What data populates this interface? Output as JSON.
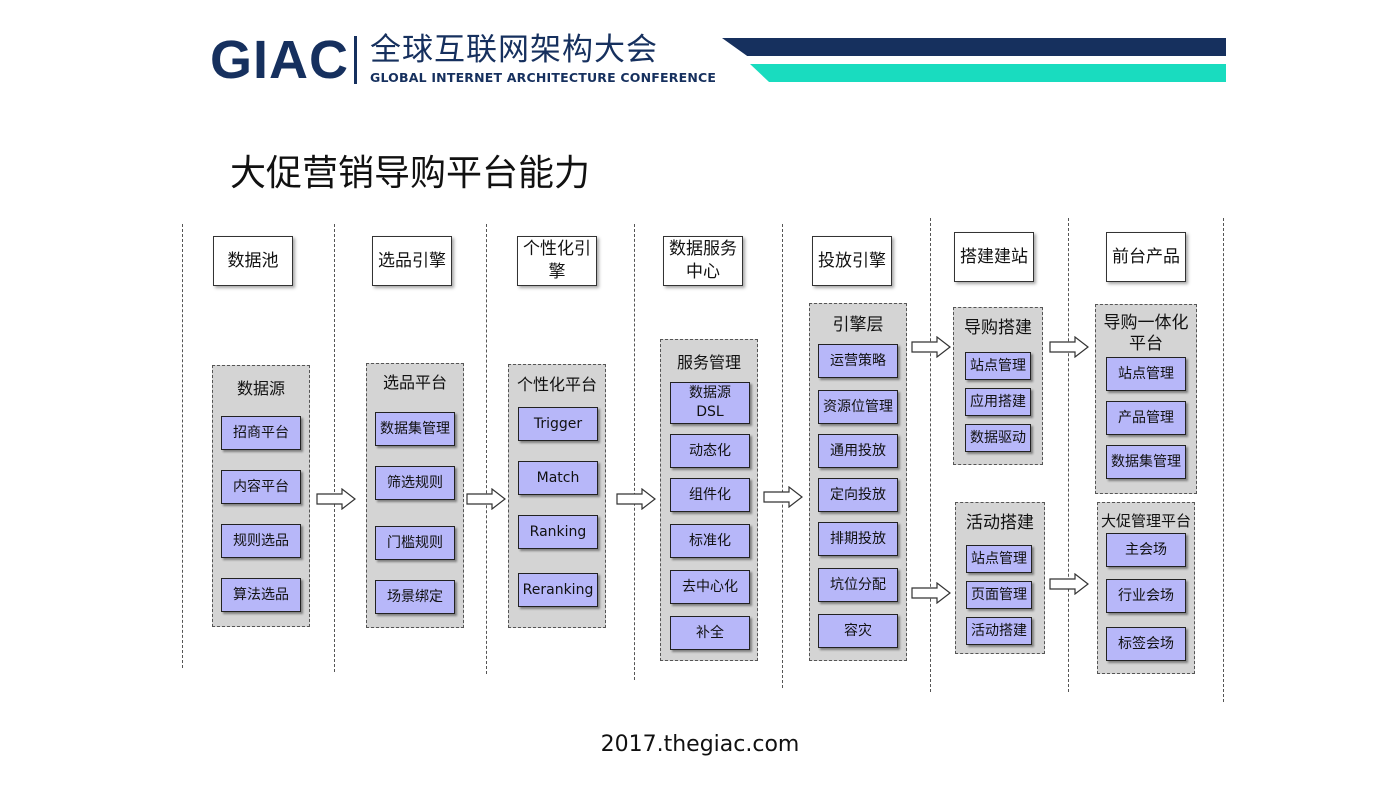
{
  "header": {
    "logo_main": "GIAC",
    "logo_cn": "全球互联网架构大会",
    "logo_en": "GLOBAL INTERNET ARCHITECTURE CONFERENCE",
    "navy": "#16305e",
    "teal": "#19dcbf"
  },
  "title": "大促营销导购平台能力",
  "footer": "2017.thegiac.com",
  "columns": [
    {
      "header": "数据池",
      "group": {
        "title": "数据源",
        "items": [
          "招商平台",
          "内容平台",
          "规则选品",
          "算法选品"
        ]
      }
    },
    {
      "header": "选品引擎",
      "group": {
        "title": "选品平台",
        "items": [
          "数据集管理",
          "筛选规则",
          "门槛规则",
          "场景绑定"
        ]
      }
    },
    {
      "header": "个性化引\n擎",
      "group": {
        "title": "个性化平台",
        "items": [
          "Trigger",
          "Match",
          "Ranking",
          "Reranking"
        ]
      }
    },
    {
      "header": "数据服务\n中心",
      "group": {
        "title": "服务管理",
        "items": [
          "数据源\nDSL",
          "动态化",
          "组件化",
          "标准化",
          "去中心化",
          "补全"
        ]
      }
    },
    {
      "header": "投放引擎",
      "group": {
        "title": "引擎层",
        "items": [
          "运营策略",
          "资源位管理",
          "通用投放",
          "定向投放",
          "排期投放",
          "坑位分配",
          "容灾"
        ]
      }
    },
    {
      "header": "搭建建站",
      "groups": [
        {
          "title": "导购搭建",
          "items": [
            "站点管理",
            "应用搭建",
            "数据驱动"
          ]
        },
        {
          "title": "活动搭建",
          "items": [
            "站点管理",
            "页面管理",
            "活动搭建"
          ]
        }
      ]
    },
    {
      "header": "前台产品",
      "groups": [
        {
          "title": "导购一体化\n平台",
          "items": [
            "站点管理",
            "产品管理",
            "数据集管理"
          ]
        },
        {
          "title": "大促管理平台",
          "items": [
            "主会场",
            "行业会场",
            "标签会场"
          ]
        }
      ]
    }
  ],
  "colors": {
    "item_fill": "#b7b7f9",
    "group_fill": "#d4d4d4"
  }
}
